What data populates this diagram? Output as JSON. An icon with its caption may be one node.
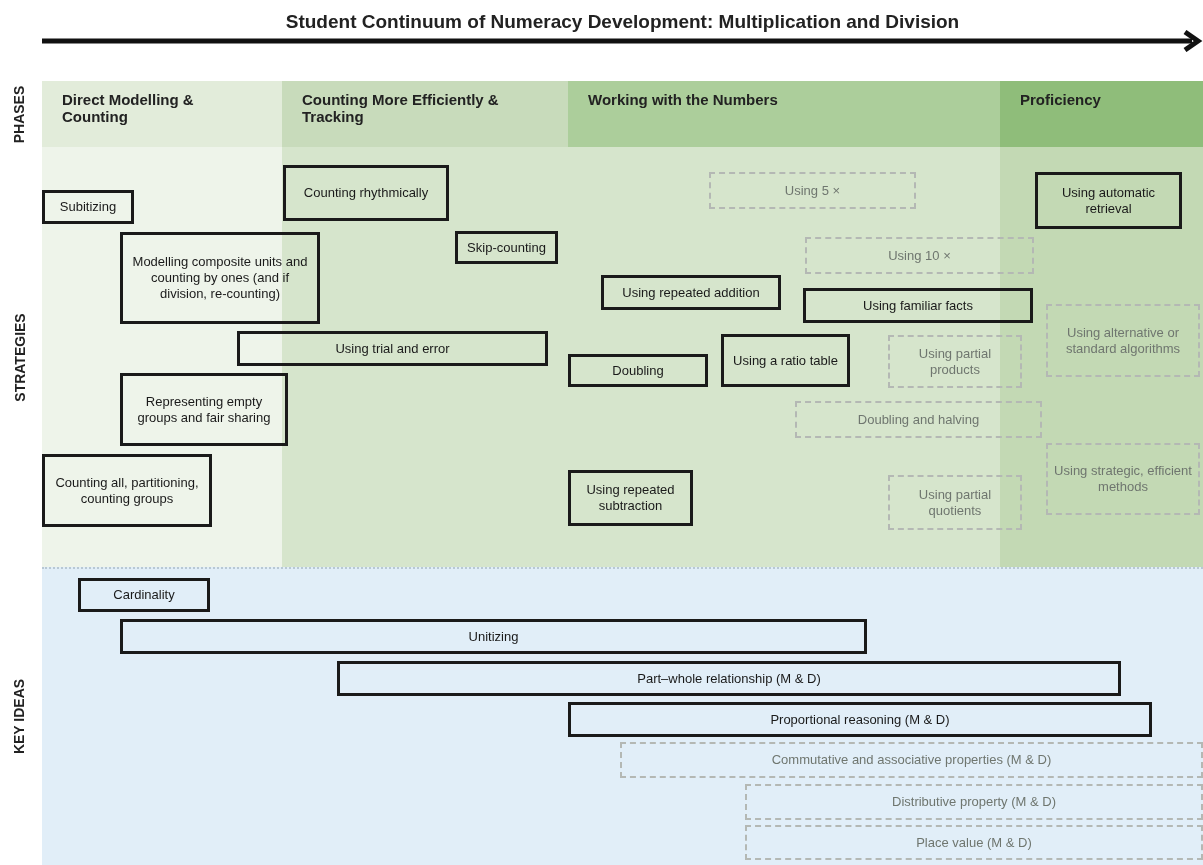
{
  "diagram": {
    "title": "Student Continuum of Numeracy Development: Multiplication and Division",
    "nodes": [
      {
        "text": [
          "Direct Modelling & Counting"
        ]
      },
      {
        "text": [
          "Counting More Efficiently & Tracking"
        ]
      },
      {
        "text": [
          "Working with the Numbers"
        ]
      },
      {
        "text": [
          "Proficiency"
        ]
      },
      {
        "text": [
          "Subitizing"
        ]
      },
      {
        "text": [
          "Counting rhythmically"
        ]
      },
      {
        "text": [
          "Modelling composite units and counting by ones (and if division, re-counting)"
        ]
      },
      {
        "text": [
          "Skip-counting"
        ]
      },
      {
        "text": [
          "Using trial and error"
        ]
      },
      {
        "text": [
          "Representing empty groups and fair sharing"
        ]
      },
      {
        "text": [
          "Counting all, partitioning, counting groups"
        ]
      },
      {
        "text": [
          "Using 5 ×"
        ]
      },
      {
        "text": [
          "Using automatic retrieval"
        ]
      },
      {
        "text": [
          "Using 10 ×"
        ]
      },
      {
        "text": [
          "Using repeated addition"
        ]
      },
      {
        "text": [
          "Using familiar facts"
        ]
      },
      {
        "text": [
          "Using alternative or standard algorithms"
        ]
      },
      {
        "text": [
          "Doubling"
        ]
      },
      {
        "text": [
          "Using a ratio table"
        ]
      },
      {
        "text": [
          "Using partial products"
        ]
      },
      {
        "text": [
          "Doubling and halving"
        ]
      },
      {
        "text": [
          "Using strategic, efficient methods"
        ]
      },
      {
        "text": [
          "Using repeated subtraction"
        ]
      },
      {
        "text": [
          "Using partial quotients"
        ]
      },
      {
        "text": [
          "Cardinality"
        ]
      },
      {
        "text": [
          "Unitizing"
        ]
      },
      {
        "text": [
          "Part–whole relationship (M & D)"
        ]
      },
      {
        "text": [
          "Proportional reasoning (M & D)"
        ]
      },
      {
        "text": [
          "Commutative and associative properties (M & D)"
        ]
      },
      {
        "text": [
          "Distributive property (M & D)"
        ]
      },
      {
        "text": [
          "Place value (M & D)"
        ]
      }
    ],
    "edges": [],
    "labels": [
      "PHASES",
      "STRATEGIES",
      "KEY IDEAS"
    ]
  }
}
